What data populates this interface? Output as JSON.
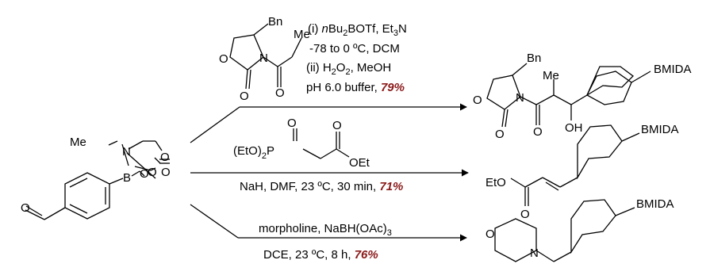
{
  "reaction_1": {
    "step1_prefix": "(i) ",
    "step1_n": "n",
    "step1_reagent": "Bu",
    "step1_sub": "2",
    "step1_rest": "BOTf, Et",
    "step1_sub2": "3",
    "step1_end": "N",
    "step1_temp": "-78 to 0 ºC, DCM",
    "step2": "(ii) H",
    "step2_sub": "2",
    "step2_mid": "O",
    "step2_sub2": "2",
    "step2_end": ", MeOH",
    "step3": "pH 6.0 buffer, ",
    "yield": "79%"
  },
  "reaction_2": {
    "conditions": "NaH, DMF, 23 ºC, 30 min, ",
    "yield": "71%"
  },
  "reaction_3": {
    "reagent_a": "morpholine, NaBH(OAc)",
    "reagent_sub": "3",
    "conditions": "DCE, 23 ºC, 8 h, ",
    "yield": "76%"
  },
  "labels": {
    "bn": "Bn",
    "me": "Me",
    "bmida": "BMIDA",
    "o": "O",
    "n": "N",
    "b": "B",
    "oh": "OH",
    "oet": "OEt",
    "eto": "EtO",
    "etoo2p_a": "(EtO)",
    "etoo2p_sub": "2",
    "etoo2p_p": "P"
  },
  "colors": {
    "yield": "#8b1a1a",
    "line": "#000000"
  }
}
